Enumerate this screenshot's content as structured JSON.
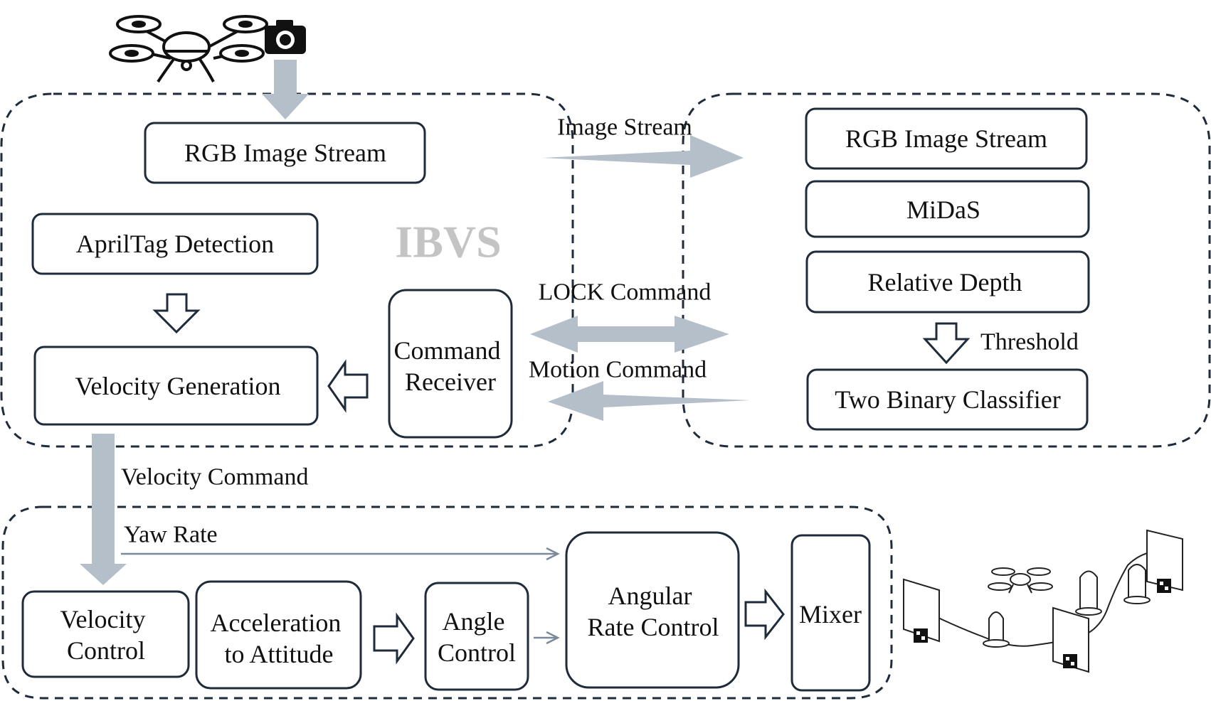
{
  "ibvs": {
    "title": "IBVS",
    "rgb_stream": "RGB Image Stream",
    "apriltag": "AprilTag Detection",
    "velocity_generation": "Velocity Generation",
    "command_receiver": [
      "Command",
      "Receiver"
    ]
  },
  "perception": {
    "rgb_stream": "RGB Image Stream",
    "midas": "MiDaS",
    "relative_depth": "Relative Depth",
    "threshold": "Threshold",
    "classifier": "Two Binary Classifier"
  },
  "links": {
    "image_stream": "Image Stream",
    "lock_command": "LOCK Command",
    "motion_command": "Motion Command",
    "velocity_command": "Velocity Command",
    "yaw_rate": "Yaw Rate"
  },
  "controller": {
    "velocity_control": [
      "Velocity",
      "Control"
    ],
    "accel_to_attitude": [
      "Acceleration",
      "to Attitude"
    ],
    "angle_control": [
      "Angle",
      "Control"
    ],
    "angular_rate_control": [
      "Angular",
      "Rate Control"
    ],
    "mixer": "Mixer"
  },
  "colors": {
    "arrow_fill": "#b4bfca",
    "box_stroke": "#1e2b3a",
    "watermark": "#c4c4c4"
  },
  "icons": [
    "drone-icon",
    "camera-icon",
    "drone-course-illustration"
  ]
}
